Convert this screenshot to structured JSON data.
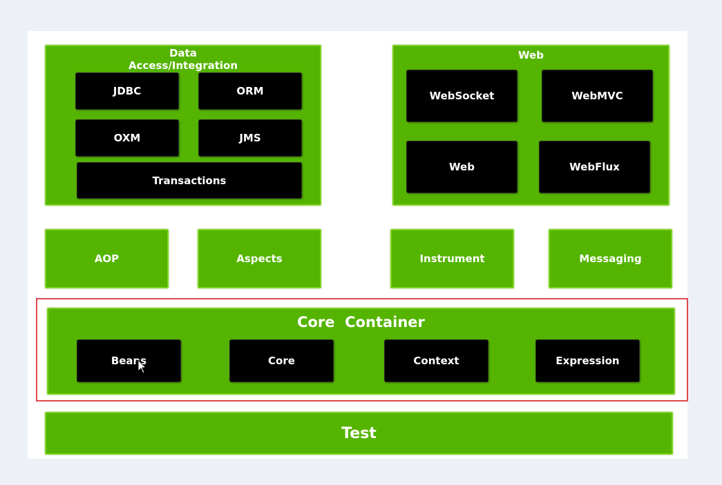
{
  "data_access": {
    "title": "Data\nAccess/Integration",
    "items": [
      "JDBC",
      "ORM",
      "OXM",
      "JMS",
      "Transactions"
    ]
  },
  "web": {
    "title": "Web",
    "items": [
      "WebSocket",
      "WebMVC",
      "Web",
      "WebFlux"
    ]
  },
  "middle": [
    "AOP",
    "Aspects",
    "Instrument",
    "Messaging"
  ],
  "core_container": {
    "title": "Core  Container",
    "items": [
      "Beans",
      "Core",
      "Context",
      "Expression"
    ]
  },
  "test": {
    "title": "Test"
  },
  "colors": {
    "module_green": "#54b400",
    "highlight_red": "#e0474c"
  }
}
